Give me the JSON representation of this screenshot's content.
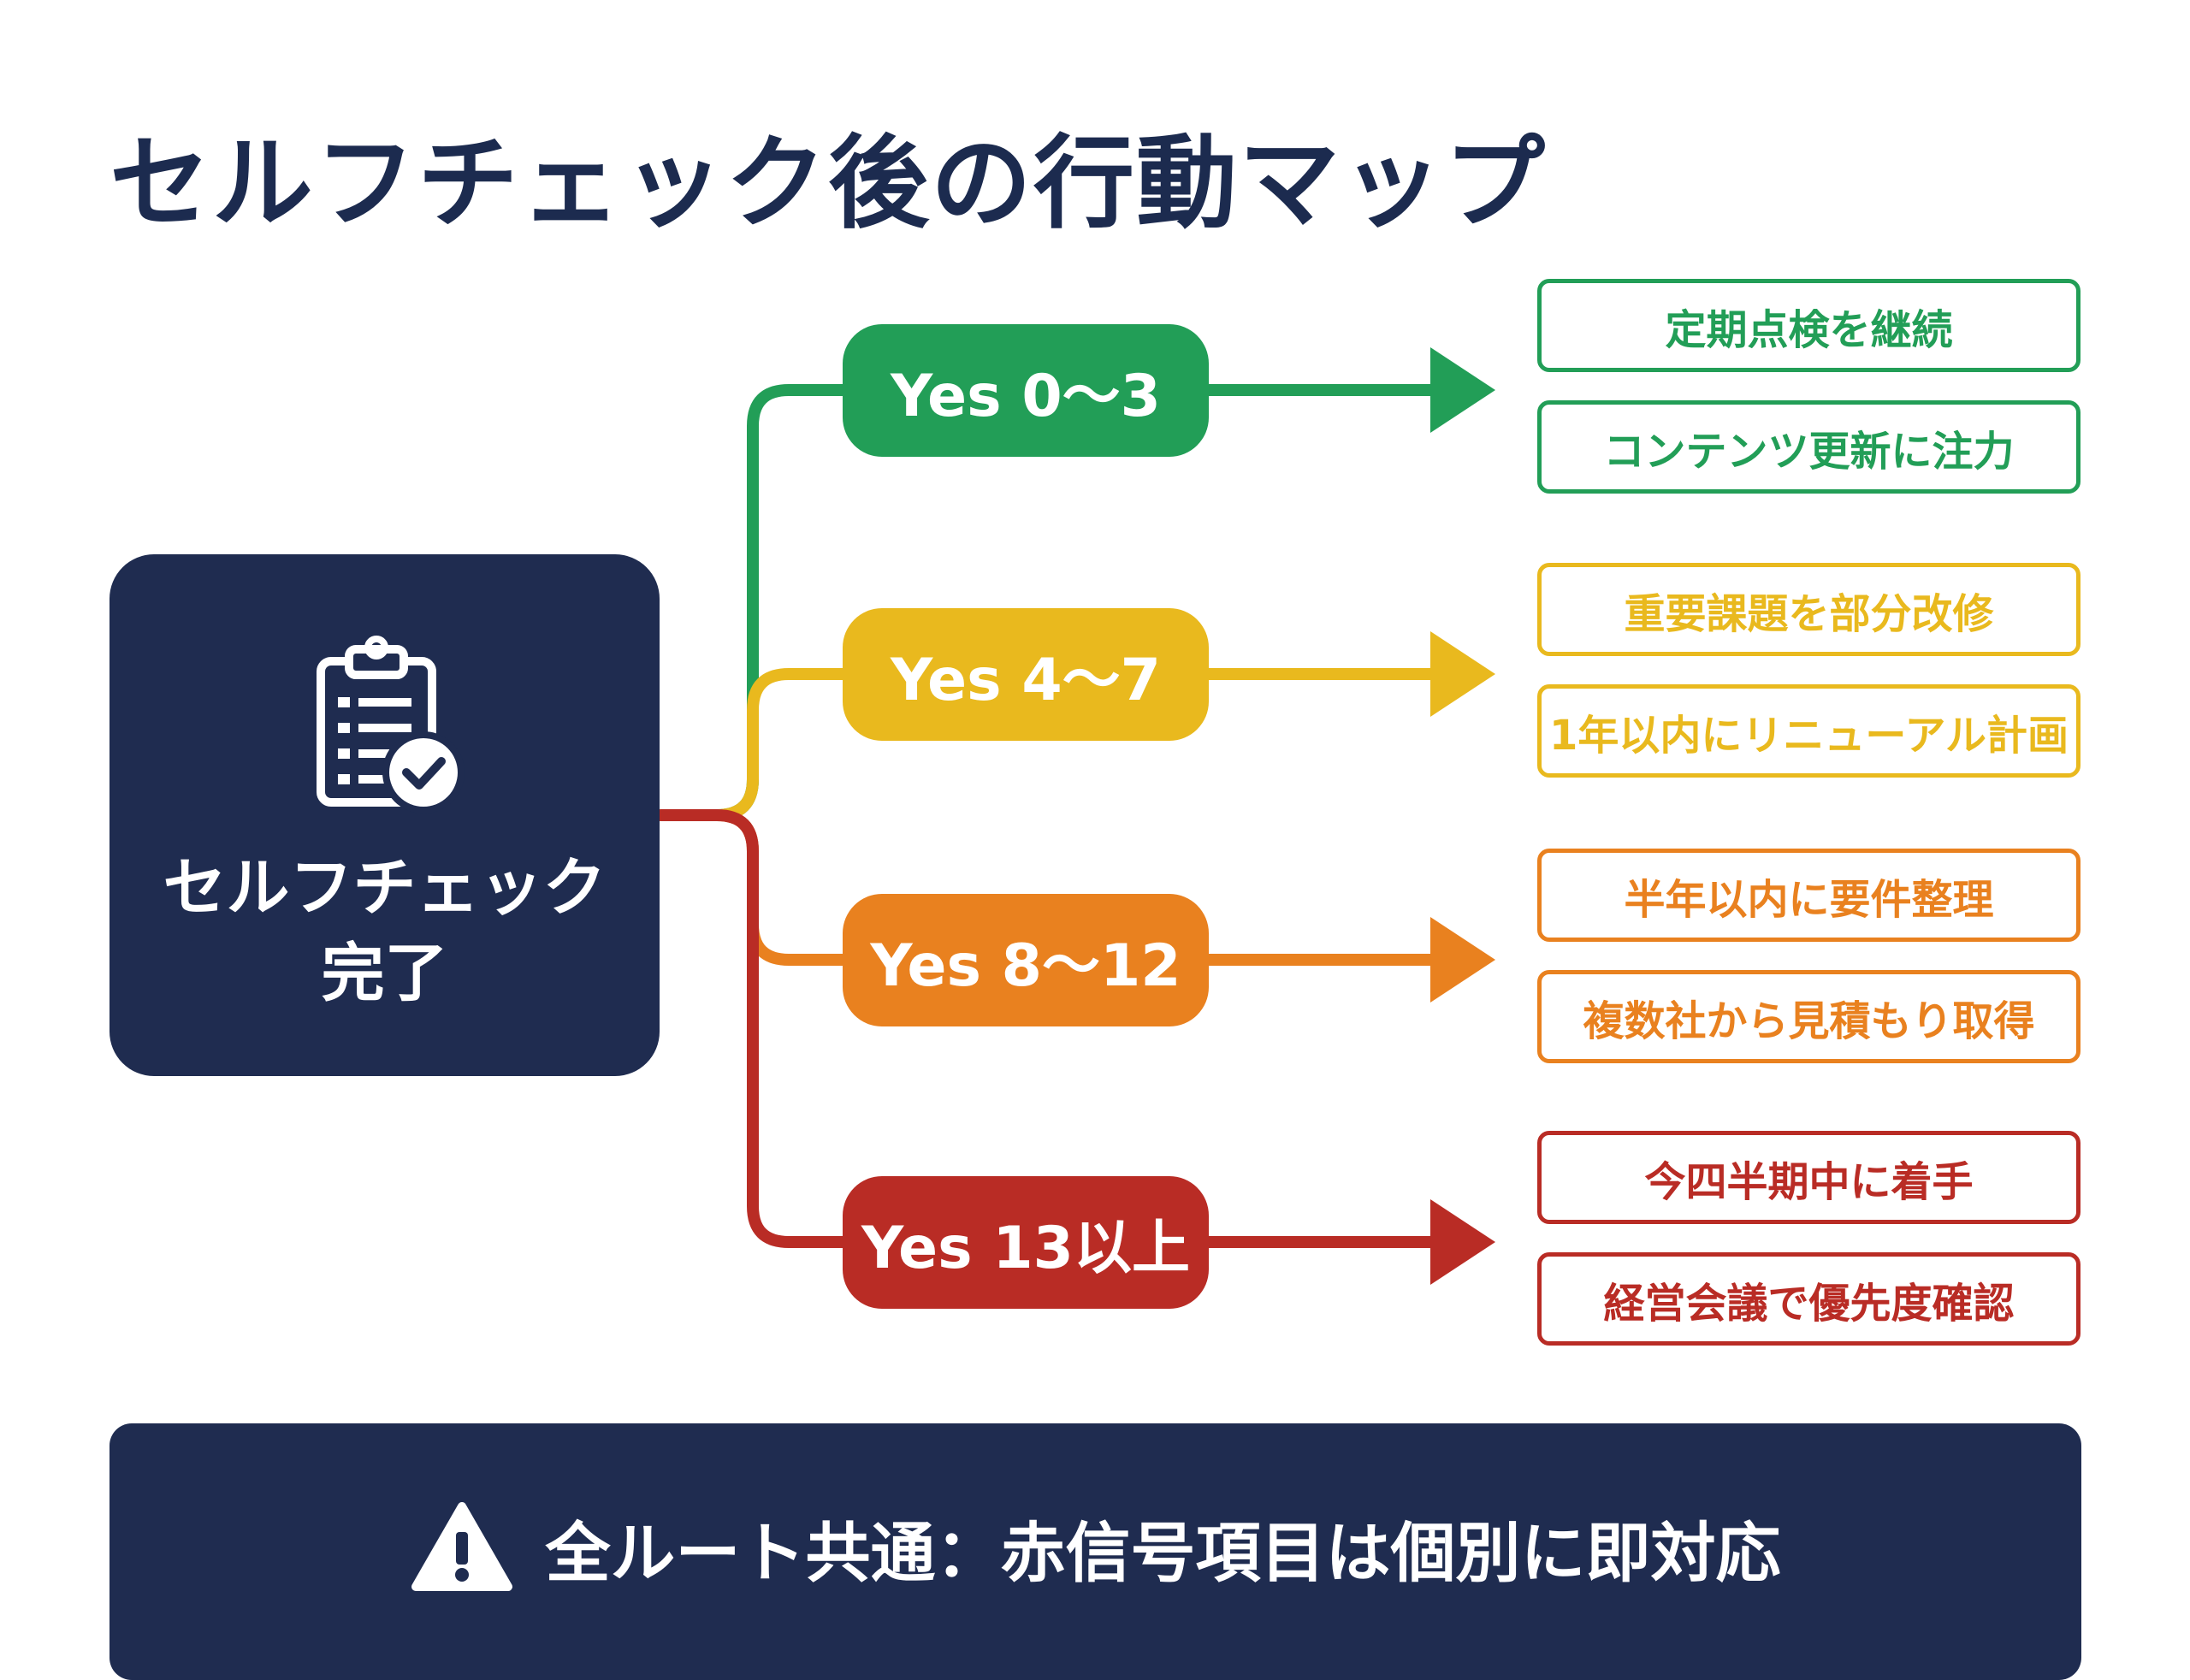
{
  "title": "セルフチェック後の行動マップ",
  "start": {
    "label": "セルフチェック\n完了",
    "icon": "clipboard-check-icon"
  },
  "routes": [
    {
      "id": "green",
      "label": "Yes 0〜3",
      "color": "#229e57",
      "actions": [
        "定期点検を継続",
        "コンテンツ更新に注力"
      ]
    },
    {
      "id": "yellow",
      "label": "Yes 4〜7",
      "color": "#e9b91e",
      "actions": [
        "重要課題を部分改修",
        "1年以内にリニューアル計画"
      ]
    },
    {
      "id": "orange",
      "label": "Yes 8〜12",
      "color": "#e9811f",
      "actions": [
        "半年以内に要件整理",
        "複数社から見積もり取得"
      ]
    },
    {
      "id": "red",
      "label": "Yes 13以上",
      "color": "#b92c25",
      "actions": [
        "今四半期中に着手",
        "経営会議で優先度確認"
      ]
    }
  ],
  "footer": {
    "icon": "warning-icon",
    "text": "全ルート共通：赤信号項目は個別に即対応"
  },
  "colors": {
    "navy": "#1f2c50",
    "title": "#1c2b4f"
  }
}
